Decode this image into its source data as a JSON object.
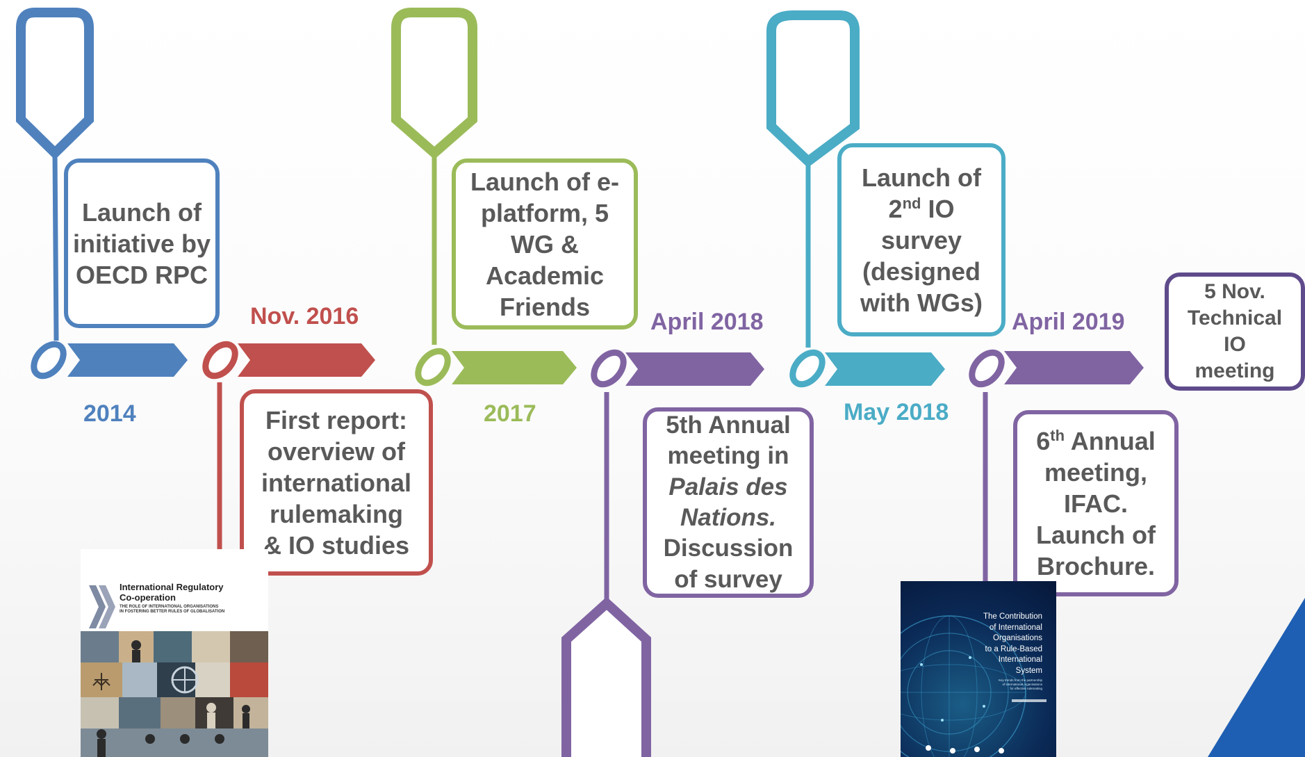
{
  "colors": {
    "blue": "#4f81bd",
    "red": "#c0504d",
    "green": "#9bbb59",
    "purple": "#8064a2",
    "teal": "#4bacc6",
    "dark_purple": "#5f4b8b",
    "text_gray": "#595959",
    "navy": "#0b2a57"
  },
  "milestones": {
    "m2014": {
      "date": "2014",
      "lines": [
        "Launch of",
        "initiative by",
        "OECD RPC"
      ]
    },
    "m2016": {
      "date": "Nov. 2016",
      "lines": [
        "First report:",
        "overview of",
        "international",
        "rulemaking",
        "& IO studies"
      ]
    },
    "m2017": {
      "date": "2017",
      "lines": [
        "Launch of e-",
        "platform, 5",
        "WG &",
        "Academic",
        "Friends"
      ]
    },
    "m2018a": {
      "date": "April 2018",
      "lines": [
        "5th Annual",
        "meeting in",
        "Palais des",
        "Nations.",
        "Discussion",
        "of survey"
      ]
    },
    "m2018m": {
      "date": "May 2018",
      "line1": "Launch of",
      "line2_base": "2",
      "line2_sup": "nd",
      "line2_rest": " IO",
      "lines": [
        "survey",
        "(designed",
        "with WGs)"
      ]
    },
    "m2019": {
      "date": "April 2019",
      "line1_base": "6",
      "line1_sup": "th",
      "line1_rest": " Annual",
      "lines": [
        "meeting,",
        "IFAC.",
        "Launch of",
        "Brochure."
      ]
    },
    "mnov": {
      "lines": [
        "5 Nov.",
        "Technical",
        "IO",
        "meeting"
      ]
    }
  },
  "covers": {
    "oecd": {
      "title_line1": "International Regulatory",
      "title_line2": "Co-operation",
      "subtitle_line1": "THE ROLE OF INTERNATIONAL ORGANISATIONS",
      "subtitle_line2": "IN FOSTERING BETTER RULES OF GLOBALISATION"
    },
    "brochure": {
      "title_lines": [
        "The Contribution",
        "of International",
        "Organisations",
        "to a Rule-Based",
        "International",
        "System"
      ],
      "subtitle_lines": [
        "Key trends from the partnership",
        "of international organisations",
        "for effective rulemaking"
      ]
    }
  }
}
